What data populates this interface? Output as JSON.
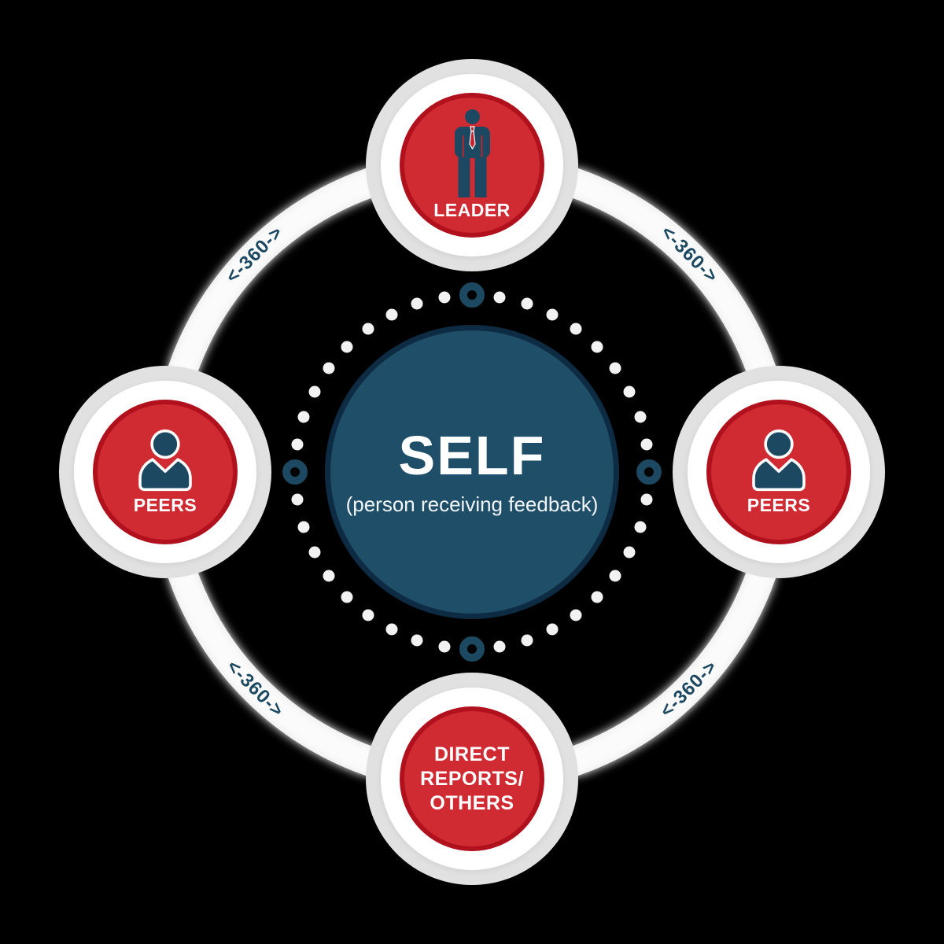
{
  "center": {
    "title": "SELF",
    "subtitle": "(person receiving feedback)"
  },
  "nodes": {
    "top": {
      "label": "LEADER",
      "icon": "business-person-icon"
    },
    "left": {
      "label": "PEERS",
      "icon": "person-icon"
    },
    "right": {
      "label": "PEERS",
      "icon": "person-icon"
    },
    "bottom": {
      "lines": [
        "DIRECT",
        "REPORTS/",
        "OTHERS"
      ]
    }
  },
  "arc_labels": {
    "top_left": "<-360->",
    "top_right": "<-360->",
    "bottom_left": "<-360->",
    "bottom_right": "<-360->"
  },
  "colors": {
    "navy": "#1c4861",
    "navy_dark": "#0d2b43",
    "center_fill": "#1f4f68",
    "red": "#d02a33",
    "red_dark": "#b1111d",
    "tie_red": "#c32430",
    "ring_gray": "#e7e7e7",
    "ring_highlight": "#fbfbfb",
    "halo": "#e1e1e1",
    "dot_white": "#f2f2f2",
    "background": "#000000"
  }
}
